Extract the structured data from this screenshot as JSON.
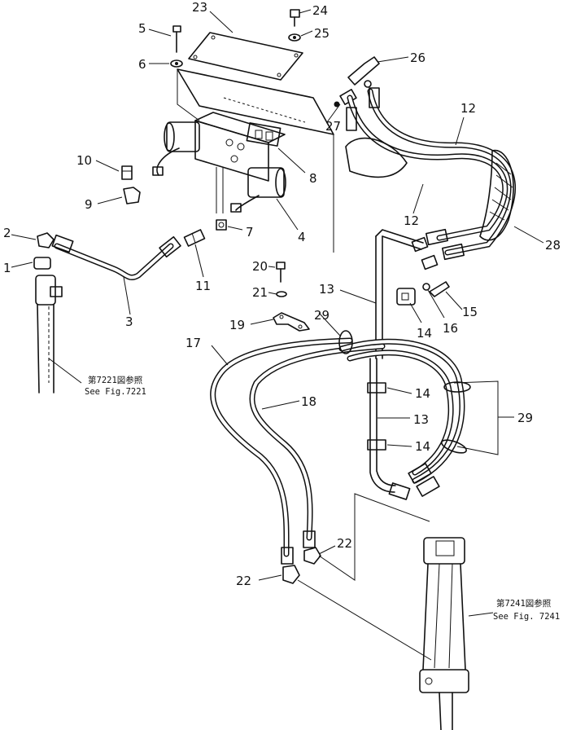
{
  "callouts": {
    "c1": "1",
    "c2": "2",
    "c3": "3",
    "c4": "4",
    "c5": "5",
    "c6": "6",
    "c7": "7",
    "c8": "8",
    "c9": "9",
    "c10": "10",
    "c11": "11",
    "c12a": "12",
    "c12b": "12",
    "c13a": "13",
    "c13b": "13",
    "c14a": "14",
    "c14b": "14",
    "c14c": "14",
    "c15": "15",
    "c16": "16",
    "c17": "17",
    "c18": "18",
    "c19": "19",
    "c20": "20",
    "c21": "21",
    "c22a": "22",
    "c22b": "22",
    "c23": "23",
    "c24": "24",
    "c25": "25",
    "c26": "26",
    "c27": "27",
    "c28": "28",
    "c29a": "29",
    "c29b": "29"
  },
  "references": {
    "fig7221_jp": "第7221図参照",
    "fig7221_en": "See Fig.7221",
    "fig7241_jp": "第7241図参照",
    "fig7241_en": "See Fig. 7241"
  }
}
